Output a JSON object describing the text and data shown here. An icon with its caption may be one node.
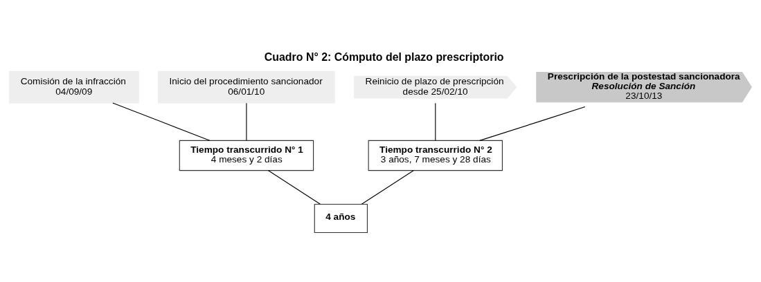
{
  "diagram": {
    "title": "Cuadro N° 2: Cómputo del plazo prescriptorio",
    "nodes": [
      {
        "text": [
          "Comisión de la infracción",
          "04/09/09"
        ]
      },
      {
        "text": [
          "Inicio del procedimiento sancionador",
          "06/01/10"
        ]
      },
      {
        "text": [
          "Reinicio de plazo de prescripción",
          "desde 25/02/10"
        ]
      },
      {
        "text": [
          "Prescripción de la postestad sancionadora",
          "Resolución de Sanción",
          "23/10/13"
        ]
      },
      {
        "text": [
          "Tiempo transcurrido N° 1",
          "4 meses y 2 días"
        ]
      },
      {
        "text": [
          "Tiempo transcurrido N° 2",
          "3 años, 7 meses y 28 días"
        ]
      },
      {
        "text": [
          "4 años"
        ]
      }
    ],
    "edges": [
      {
        "from": 0,
        "to": 4,
        "arrow": "none"
      },
      {
        "from": 1,
        "to": 4,
        "arrow": "none"
      },
      {
        "from": 2,
        "to": 5,
        "arrow": "none"
      },
      {
        "from": 3,
        "to": 5,
        "arrow": "none"
      },
      {
        "from": 4,
        "to": 6,
        "arrow": "none"
      },
      {
        "from": 5,
        "to": 6,
        "arrow": "none"
      }
    ]
  }
}
